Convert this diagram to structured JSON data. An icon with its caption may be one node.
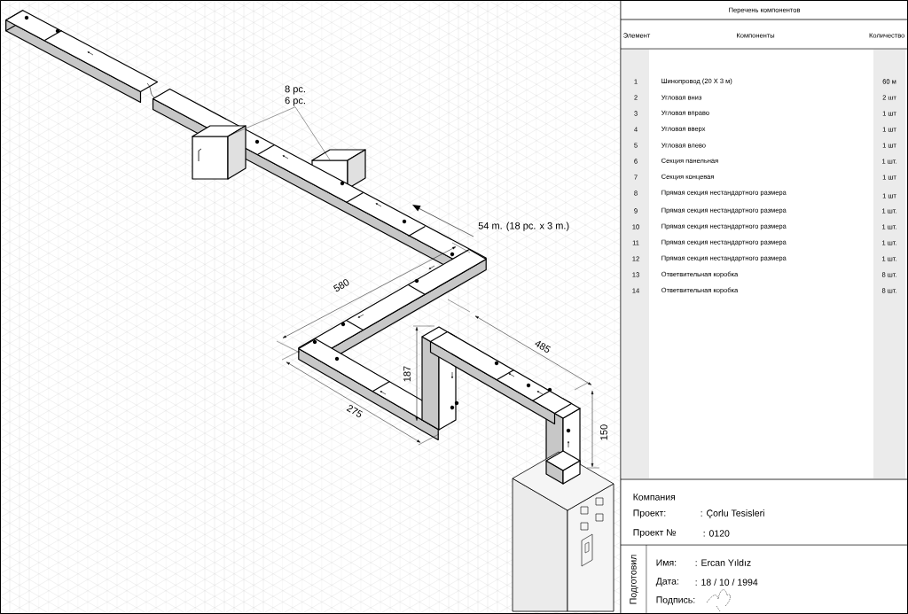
{
  "diagram": {
    "nodes": [
      {
        "text": [
          "8 pc.",
          "6 pc."
        ]
      },
      {
        "text": [],
        "shape": "box"
      },
      {
        "text": [],
        "shape": "box"
      },
      {
        "text": [
          "54 m. (18 pc. x 3 m.)"
        ]
      }
    ],
    "edges": [
      {
        "from": 0,
        "to": 1,
        "arrow": "none"
      },
      {
        "from": 0,
        "to": 2,
        "arrow": "none"
      },
      {
        "from": 3,
        "to": null,
        "arrow": "to"
      }
    ],
    "labels": [
      "580",
      "187",
      "485",
      "275",
      "150",
      "Перечень компонентов",
      "Элемент",
      "Компоненты",
      "Количество",
      "1",
      "Шинопровод (20 X 3 м)",
      "60 м",
      "2",
      "Угловая вниз",
      "2 шт",
      "3",
      "Угловая вправо",
      "1 шт",
      "4",
      "Угловая вверх",
      "1 шт",
      "5",
      "Угловая влево",
      "1 шт",
      "6",
      "Секция панельная",
      "1 шт.",
      "7",
      "Секция концевая",
      "1 шт",
      "8",
      "Прямая секция нестандартного размера",
      "1 шт",
      "9",
      "Прямая секция нестандартного размера",
      "1 шт.",
      "10",
      "Прямая секция нестандартного размера",
      "1 шт.",
      "11",
      "Прямая секция нестандартного размера",
      "1 шт.",
      "12",
      "Прямая секция нестандартного размера",
      "1 шт.",
      "13",
      "Ответвительная коробка",
      "8 шт.",
      "14",
      "Ответвительная коробка",
      "8 шт.",
      "Компания",
      "Проект:",
      ": Çorlu Tesisleri",
      "Проект №",
      ": 0120",
      "Подготовил",
      "Имя:",
      ": Ercan Yıldız",
      "Дата:",
      ": 18 / 10 / 1994",
      "Подпись:"
    ]
  }
}
